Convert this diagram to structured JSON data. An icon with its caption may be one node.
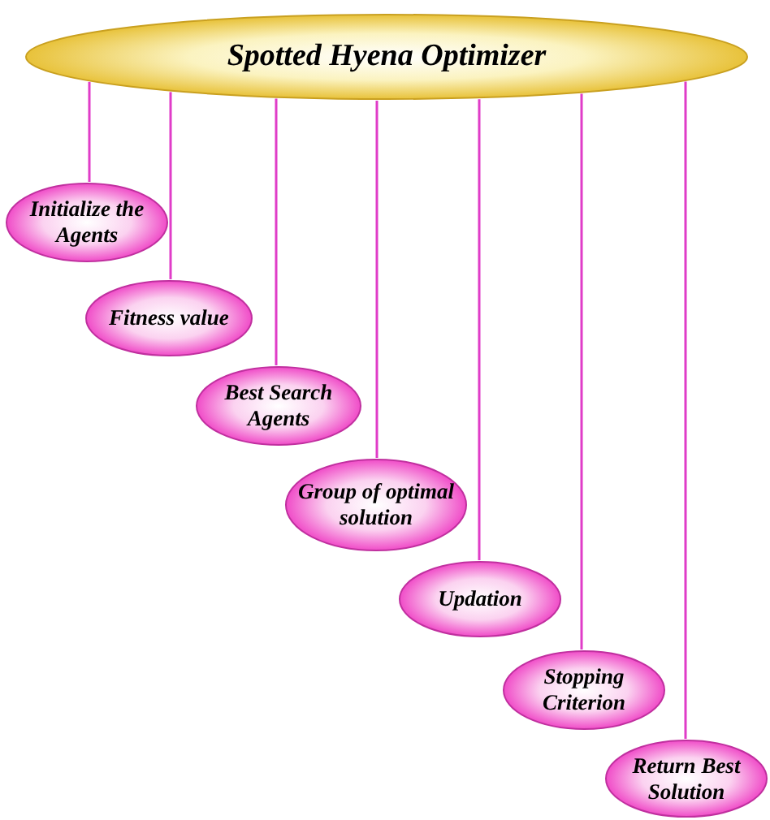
{
  "diagram": {
    "nodes": [
      {
        "text": [
          "Spotted Hyena Optimizer"
        ]
      },
      {
        "text": [
          "Initialize the Agents"
        ]
      },
      {
        "text": [
          "Fitness value"
        ]
      },
      {
        "text": [
          "Best Search Agents"
        ]
      },
      {
        "text": [
          "Group of optimal solution"
        ]
      },
      {
        "text": [
          "Updation"
        ]
      },
      {
        "text": [
          "Stopping Criterion"
        ]
      },
      {
        "text": [
          "Return Best Solution"
        ]
      }
    ],
    "edges": [
      {
        "from": 0,
        "to": 1,
        "arrow": "none"
      },
      {
        "from": 0,
        "to": 2,
        "arrow": "none"
      },
      {
        "from": 0,
        "to": 3,
        "arrow": "none"
      },
      {
        "from": 0,
        "to": 4,
        "arrow": "none"
      },
      {
        "from": 0,
        "to": 5,
        "arrow": "none"
      },
      {
        "from": 0,
        "to": 6,
        "arrow": "none"
      },
      {
        "from": 0,
        "to": 7,
        "arrow": "none"
      }
    ]
  }
}
